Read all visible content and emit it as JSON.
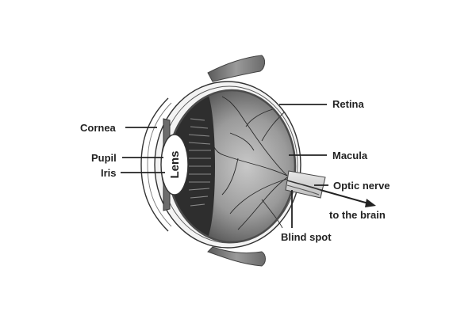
{
  "diagram": {
    "labels": {
      "cornea": "Cornea",
      "pupil": "Pupil",
      "iris": "Iris",
      "lens": "Lens",
      "retina": "Retina",
      "macula": "Macula",
      "optic_nerve": "Optic nerve",
      "to_the_brain": "to the brain",
      "blind_spot": "Blind spot"
    }
  }
}
